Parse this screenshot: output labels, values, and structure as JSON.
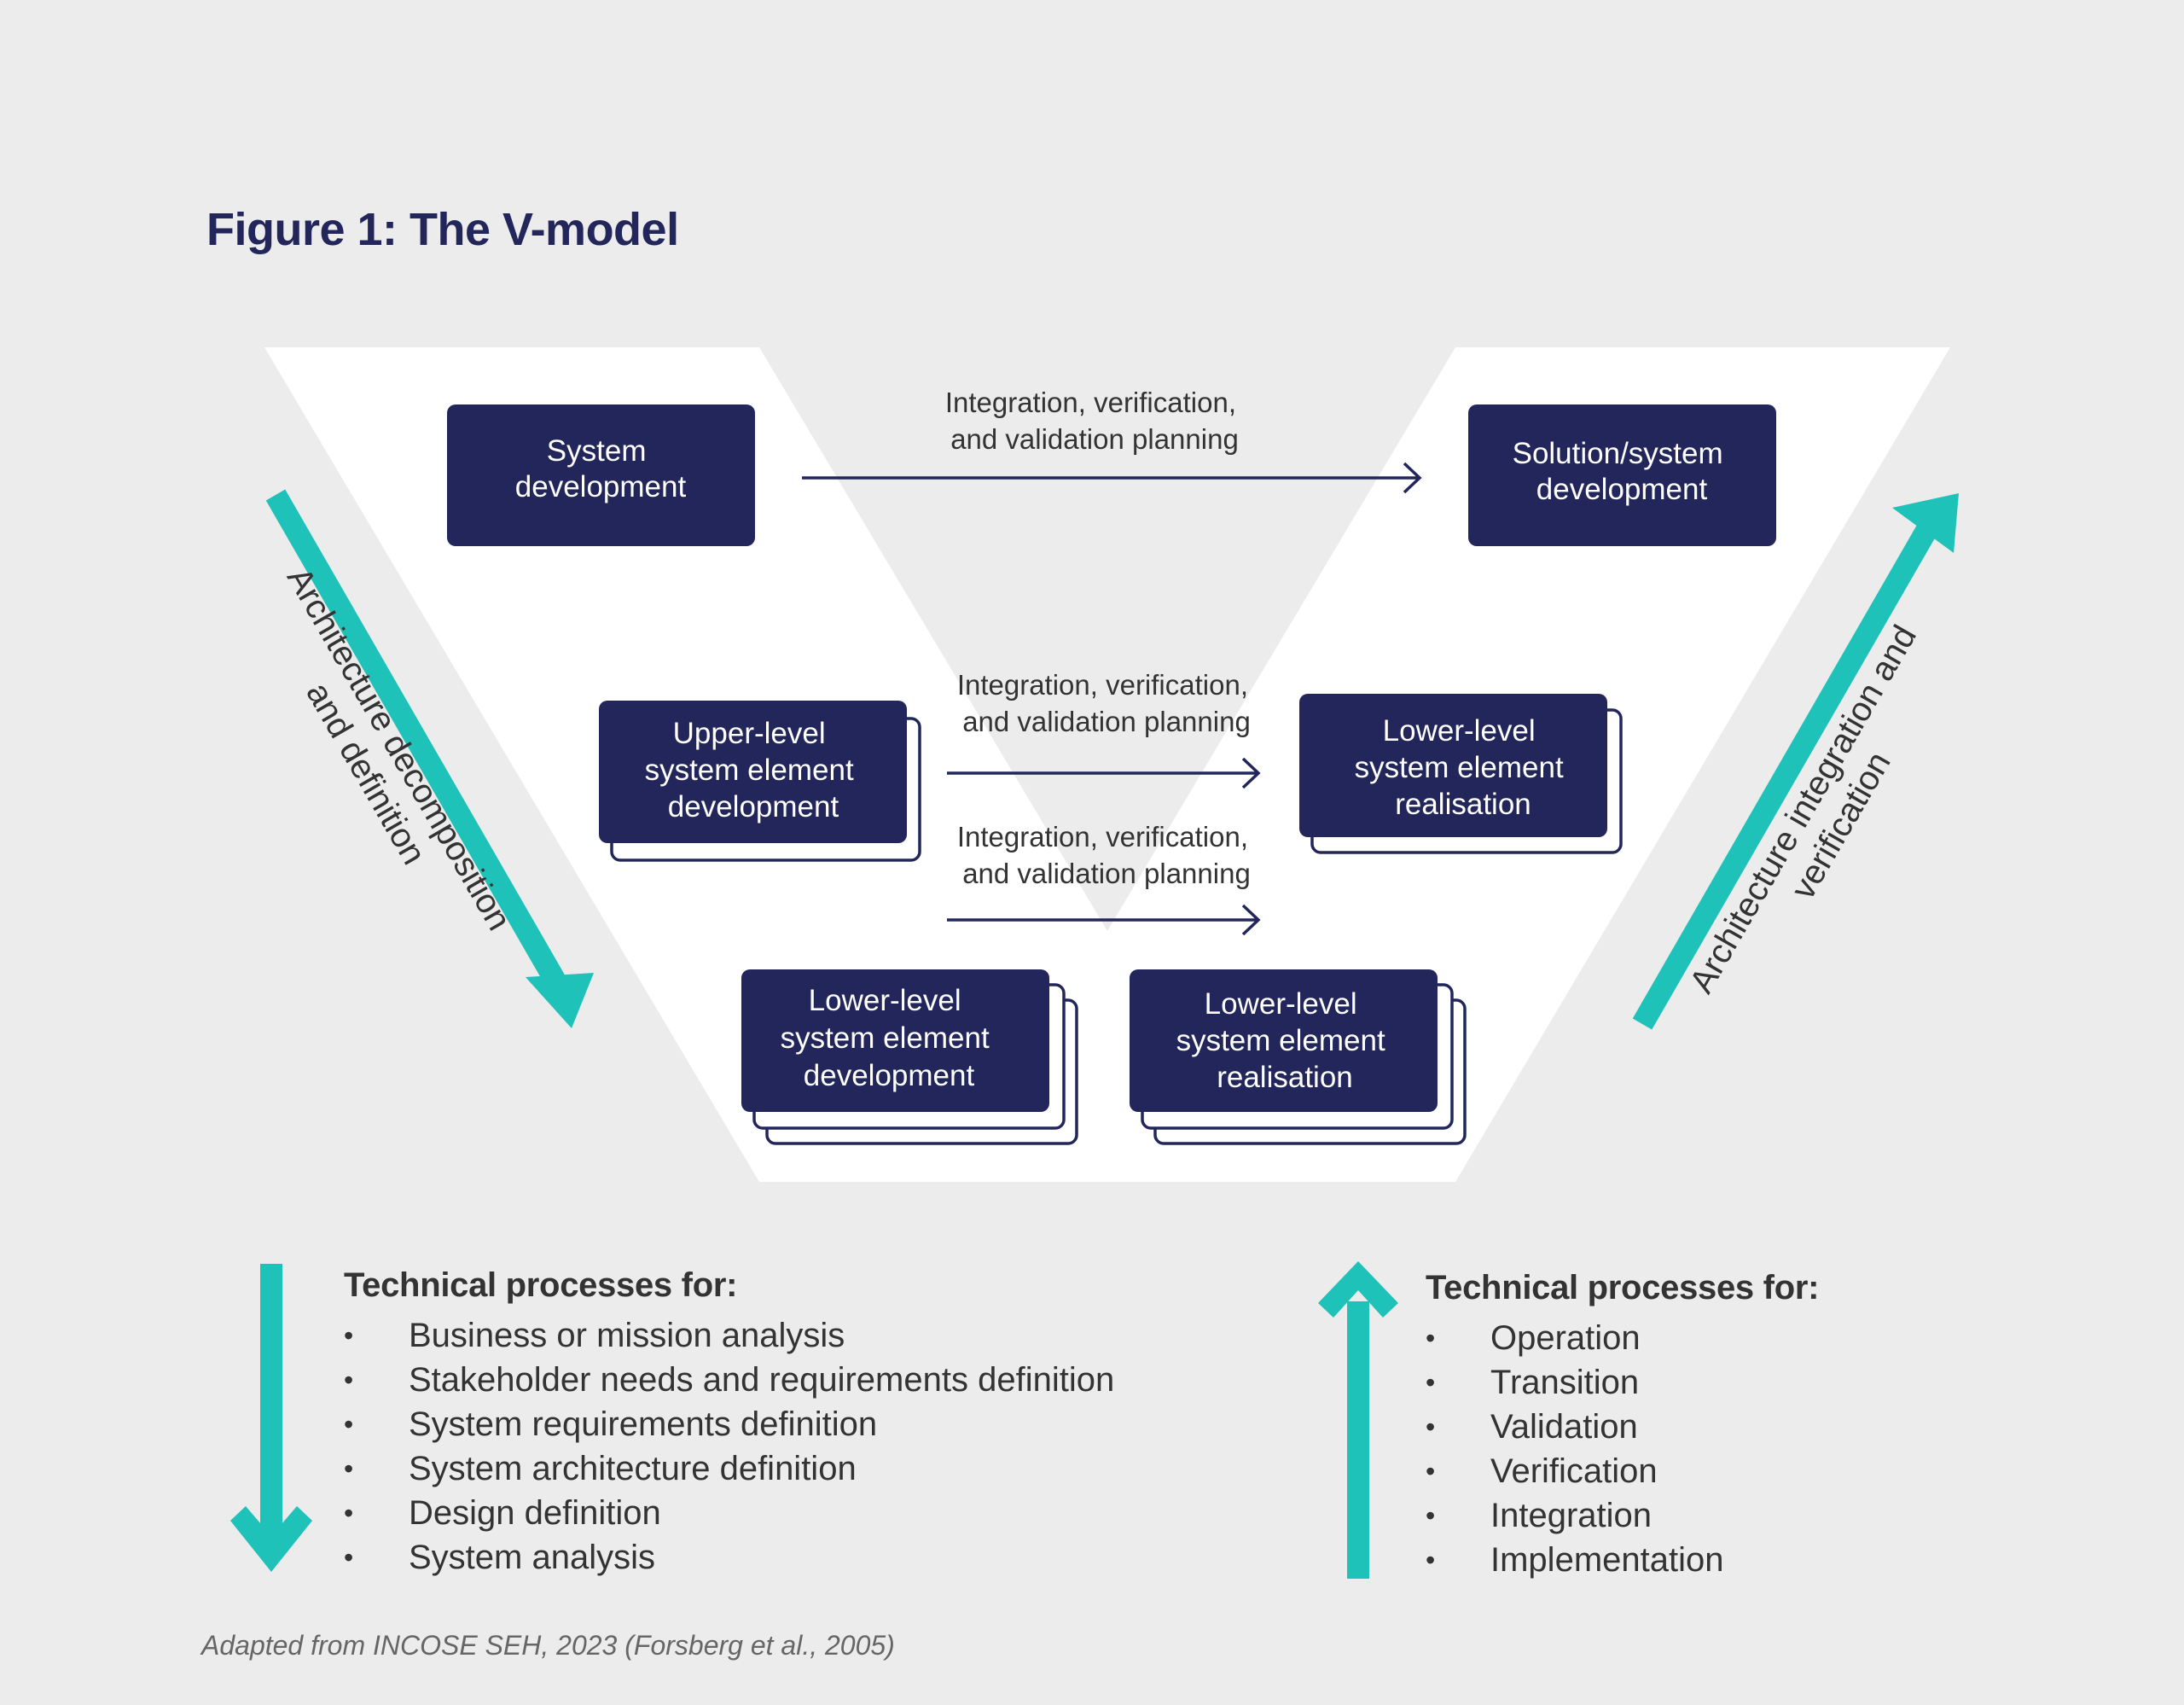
{
  "figure": {
    "title": "Figure 1: The V-model",
    "caption": "Adapted from INCOSE SEH, 2023 (Forsberg et al., 2005)"
  },
  "colors": {
    "background": "#ececec",
    "v_shape": "#ffffff",
    "box_fill": "#22265a",
    "accent_teal": "#1fc2b8",
    "text_dark": "#333333"
  },
  "boxes": {
    "system_development": {
      "lines": [
        "System",
        "development"
      ]
    },
    "solution_development": {
      "lines": [
        "Solution/system",
        "development"
      ]
    },
    "upper_level_development": {
      "lines": [
        "Upper-level",
        "system element",
        "development"
      ]
    },
    "lower_level_realisation_mid": {
      "lines": [
        "Lower-level",
        "system element",
        "realisation"
      ]
    },
    "lower_level_development": {
      "lines": [
        "Lower-level",
        "system element",
        "development"
      ]
    },
    "lower_level_realisation_bottom": {
      "lines": [
        "Lower-level",
        "system element",
        "realisation"
      ]
    }
  },
  "flows": [
    {
      "lines": [
        "Integration, verification,",
        "and validation planning"
      ]
    },
    {
      "lines": [
        "Integration, verification,",
        "and validation planning"
      ]
    },
    {
      "lines": [
        "Integration, verification,",
        "and validation planning"
      ]
    }
  ],
  "side_labels": {
    "left": [
      "Architecture decomposition",
      "and definition"
    ],
    "right": [
      "Architecture integration and",
      "verification"
    ]
  },
  "lists": {
    "left": {
      "heading": "Technical processes for:",
      "bullet": "•",
      "items": [
        "Business or mission analysis",
        "Stakeholder needs and requirements definition",
        "System requirements definition",
        "System architecture definition",
        "Design definition",
        "System analysis"
      ]
    },
    "right": {
      "heading": "Technical processes for:",
      "bullet": "•",
      "items": [
        "Operation",
        "Transition",
        "Validation",
        "Verification",
        "Integration",
        "Implementation"
      ]
    }
  }
}
